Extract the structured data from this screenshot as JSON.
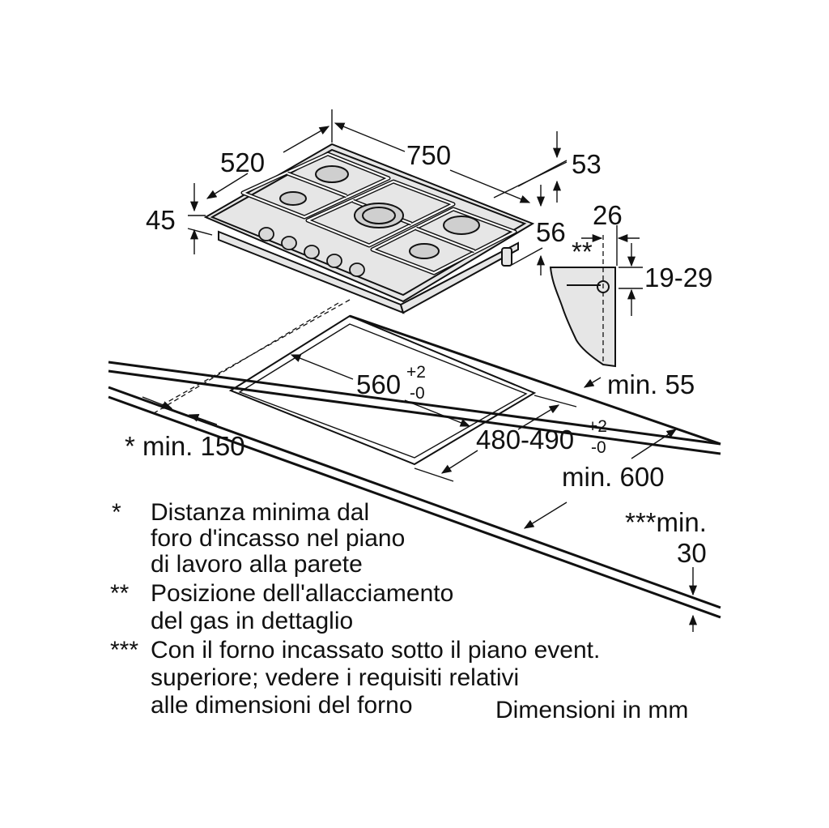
{
  "dimensions": {
    "width_750": "750",
    "depth_520": "520",
    "height_45": "45",
    "d53": "53",
    "d56": "56",
    "d26": "26",
    "d19_29": "19-29",
    "gas_marker": "**",
    "min55": "min. 55",
    "cutout_width": "560",
    "cutout_width_tol_plus": "+2",
    "cutout_width_tol_minus": "-0",
    "cutout_depth": "480-490",
    "cutout_depth_tol_plus": "+2",
    "cutout_depth_tol_minus": "-0",
    "min600": "min. 600",
    "min150": "* min. 150",
    "min30_line1": "***min.",
    "min30_line2": "30"
  },
  "legend": {
    "notes": [
      {
        "marker": "*",
        "lines": [
          "Distanza minima dal",
          "foro d'incasso nel piano",
          "di lavoro alla parete"
        ]
      },
      {
        "marker": "**",
        "lines": [
          "Posizione dell'allacciamento",
          "del gas in dettaglio"
        ]
      },
      {
        "marker": "***",
        "lines": [
          "Con il forno incassato sotto il piano event.",
          "superiore; vedere i requisiti relativi",
          "alle dimensioni del forno"
        ]
      }
    ],
    "units": "Dimensioni in mm"
  }
}
